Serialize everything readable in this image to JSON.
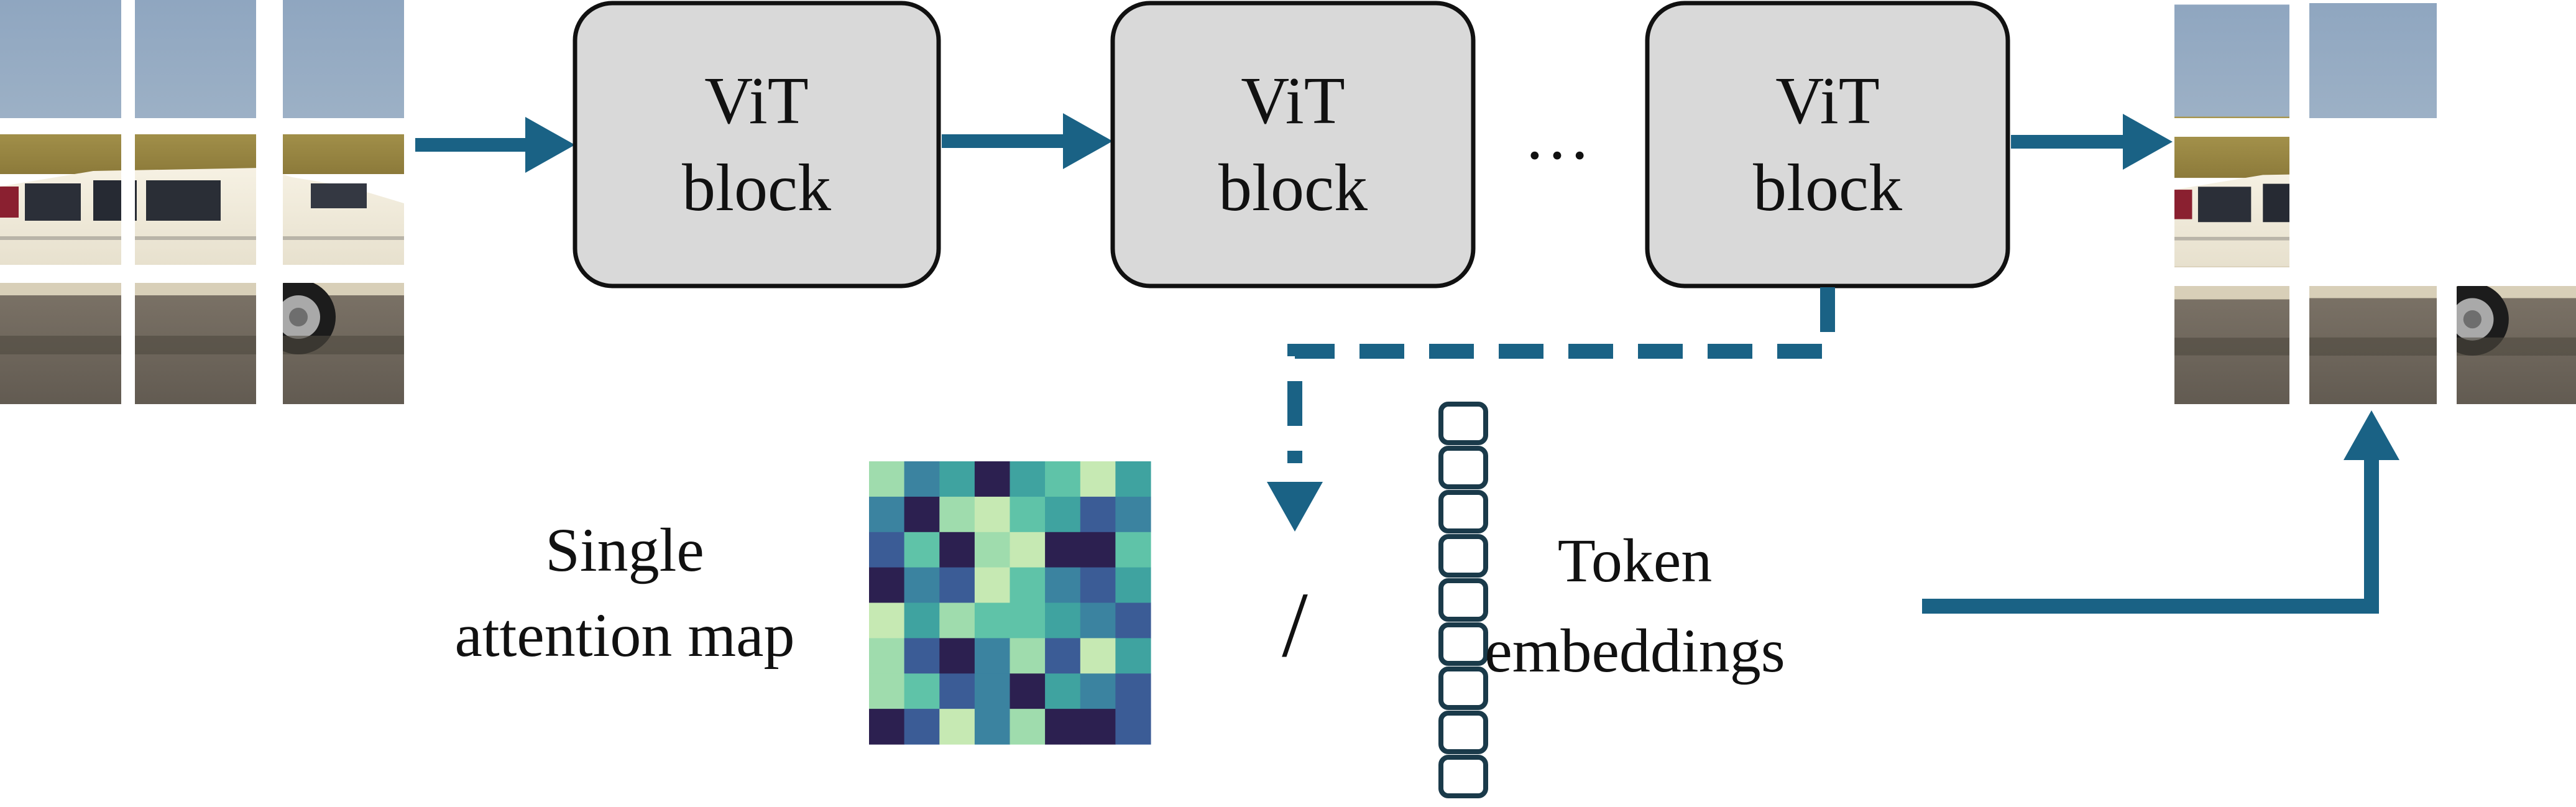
{
  "blocks": [
    {
      "line1": "ViT",
      "line2": "block"
    },
    {
      "line1": "ViT",
      "line2": "block"
    },
    {
      "line1": "ViT",
      "line2": "block"
    }
  ],
  "ellipsis": "…",
  "labels": {
    "attention_line1": "Single",
    "attention_line2": "attention map",
    "separator": "/",
    "token_line1": "Token",
    "token_line2": "embeddings"
  },
  "colors": {
    "arrow": "#1a6285",
    "block_fill": "#d9d9d9",
    "block_stroke": "#111111",
    "token_stroke": "#1a3a4a"
  },
  "input_image": {
    "grid": "3x3",
    "description_icon": "car-patch-grid"
  },
  "output_image": {
    "grid": "3x3 with masked tokens",
    "kept_patches": [
      "r0c0",
      "r0c1",
      "r1c0",
      "r2c0",
      "r2c1",
      "r2c2"
    ]
  },
  "attention_map": {
    "rows": 8,
    "cols": 8,
    "cells": [
      [
        2,
        5,
        4,
        7,
        4,
        3,
        1,
        4
      ],
      [
        5,
        7,
        2,
        1,
        3,
        4,
        6,
        5
      ],
      [
        6,
        3,
        7,
        2,
        1,
        7,
        7,
        3
      ],
      [
        7,
        5,
        6,
        1,
        3,
        5,
        6,
        4
      ],
      [
        1,
        4,
        2,
        3,
        3,
        4,
        5,
        6
      ],
      [
        2,
        6,
        7,
        5,
        2,
        6,
        1,
        4
      ],
      [
        2,
        3,
        6,
        5,
        7,
        4,
        5,
        6
      ],
      [
        7,
        6,
        1,
        5,
        2,
        7,
        7,
        6
      ]
    ],
    "palette": [
      "#fefecf",
      "#c6e9b3",
      "#9fdcad",
      "#5fc3a8",
      "#3fa3a0",
      "#3b83a0",
      "#3b5c96",
      "#2c2050"
    ]
  },
  "token_embeddings": {
    "count": 9
  }
}
